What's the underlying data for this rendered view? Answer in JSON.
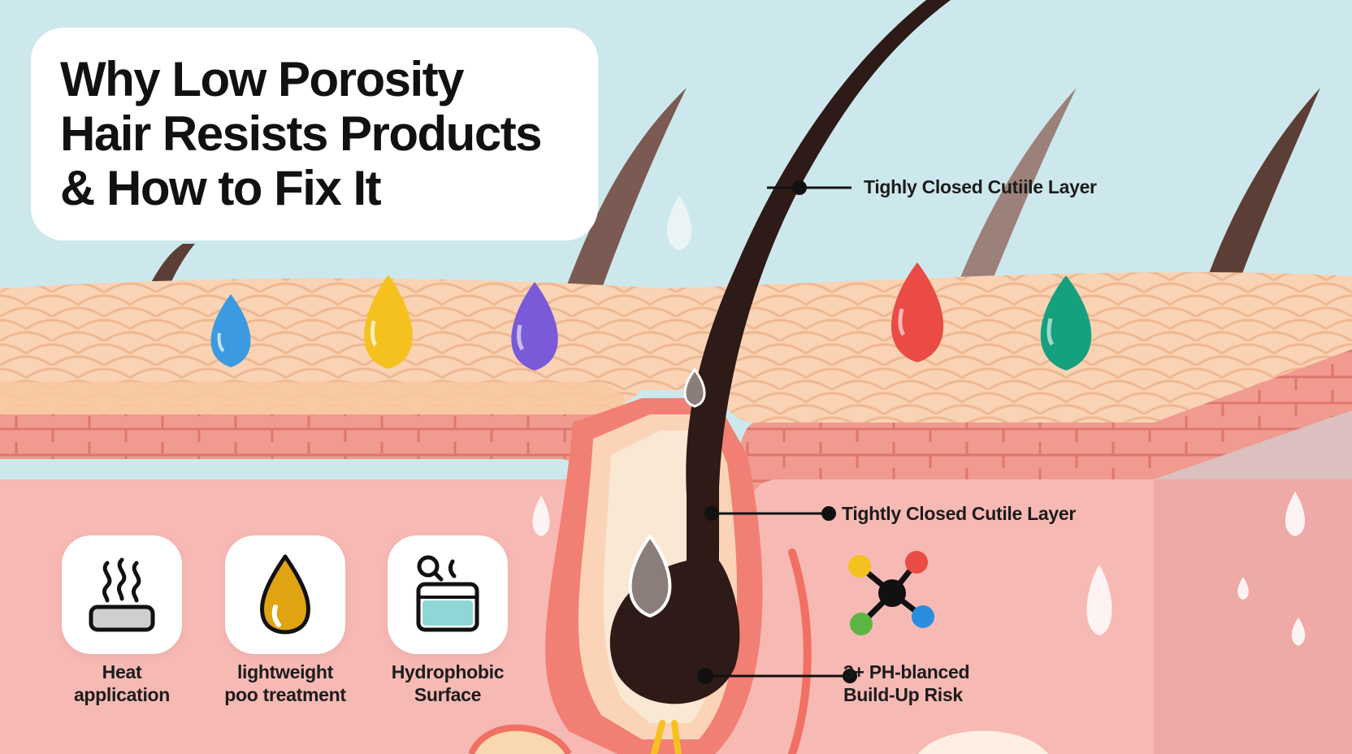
{
  "title": {
    "lines": [
      "Why Low Porosity",
      "Hair Resists Products",
      "& How to Fix It"
    ]
  },
  "callouts": [
    {
      "lines": [
        "Tighly Closed Cutiile Layer"
      ]
    },
    {
      "lines": [
        "Tightly Closed Cutile Layer"
      ]
    },
    {
      "lines": [
        "3+ PH-blanced",
        "Build-Up Risk"
      ]
    }
  ],
  "remedies": [
    {
      "icon": "steam-heat-icon",
      "lines": [
        "Heat",
        "application"
      ]
    },
    {
      "icon": "oil-drop-icon",
      "lines": [
        "lightweight",
        "poo treatment"
      ]
    },
    {
      "icon": "water-beaker-icon",
      "lines": [
        "Hydrophobic",
        "Surface"
      ]
    }
  ],
  "product_droplets": [
    {
      "name": "blue-droplet",
      "color": "#3c9be0"
    },
    {
      "name": "yellow-droplet",
      "color": "#f5c11f"
    },
    {
      "name": "purple-droplet",
      "color": "#7a5ad8"
    },
    {
      "name": "red-droplet",
      "color": "#ea4b44"
    },
    {
      "name": "green-droplet",
      "color": "#15a07e"
    }
  ],
  "molecule_icon": "molecule-icon",
  "colors": {
    "sky": "#cde8ec",
    "skin_surface": "#f9d3b3",
    "skin_layer": "#f2928a",
    "dermis": "#f7b9b4",
    "hair": "#2e1a17"
  }
}
